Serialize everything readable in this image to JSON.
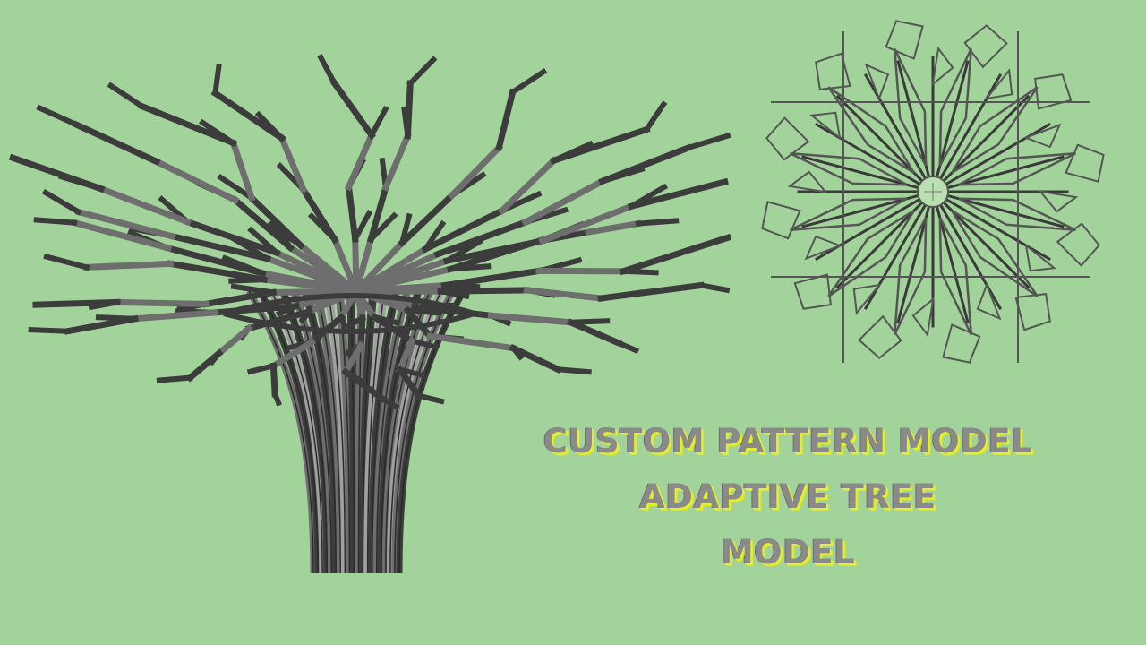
{
  "title": {
    "line1": "CUSTOM PATTERN MODEL",
    "line2": "ADAPTIVE TREE",
    "line3": "MODEL"
  },
  "colors": {
    "background": "#a2d39a",
    "member_dark": "#3c3c3c",
    "member_mid": "#6e6e6e",
    "member_light": "#a0a0a0",
    "plan_stroke": "#555555",
    "text": "#8a8a8a",
    "text_glow": "#e6f02a"
  },
  "illustrations": {
    "tree": "adaptive-tree-3d-model",
    "plan": "radial-pattern-top-view"
  }
}
